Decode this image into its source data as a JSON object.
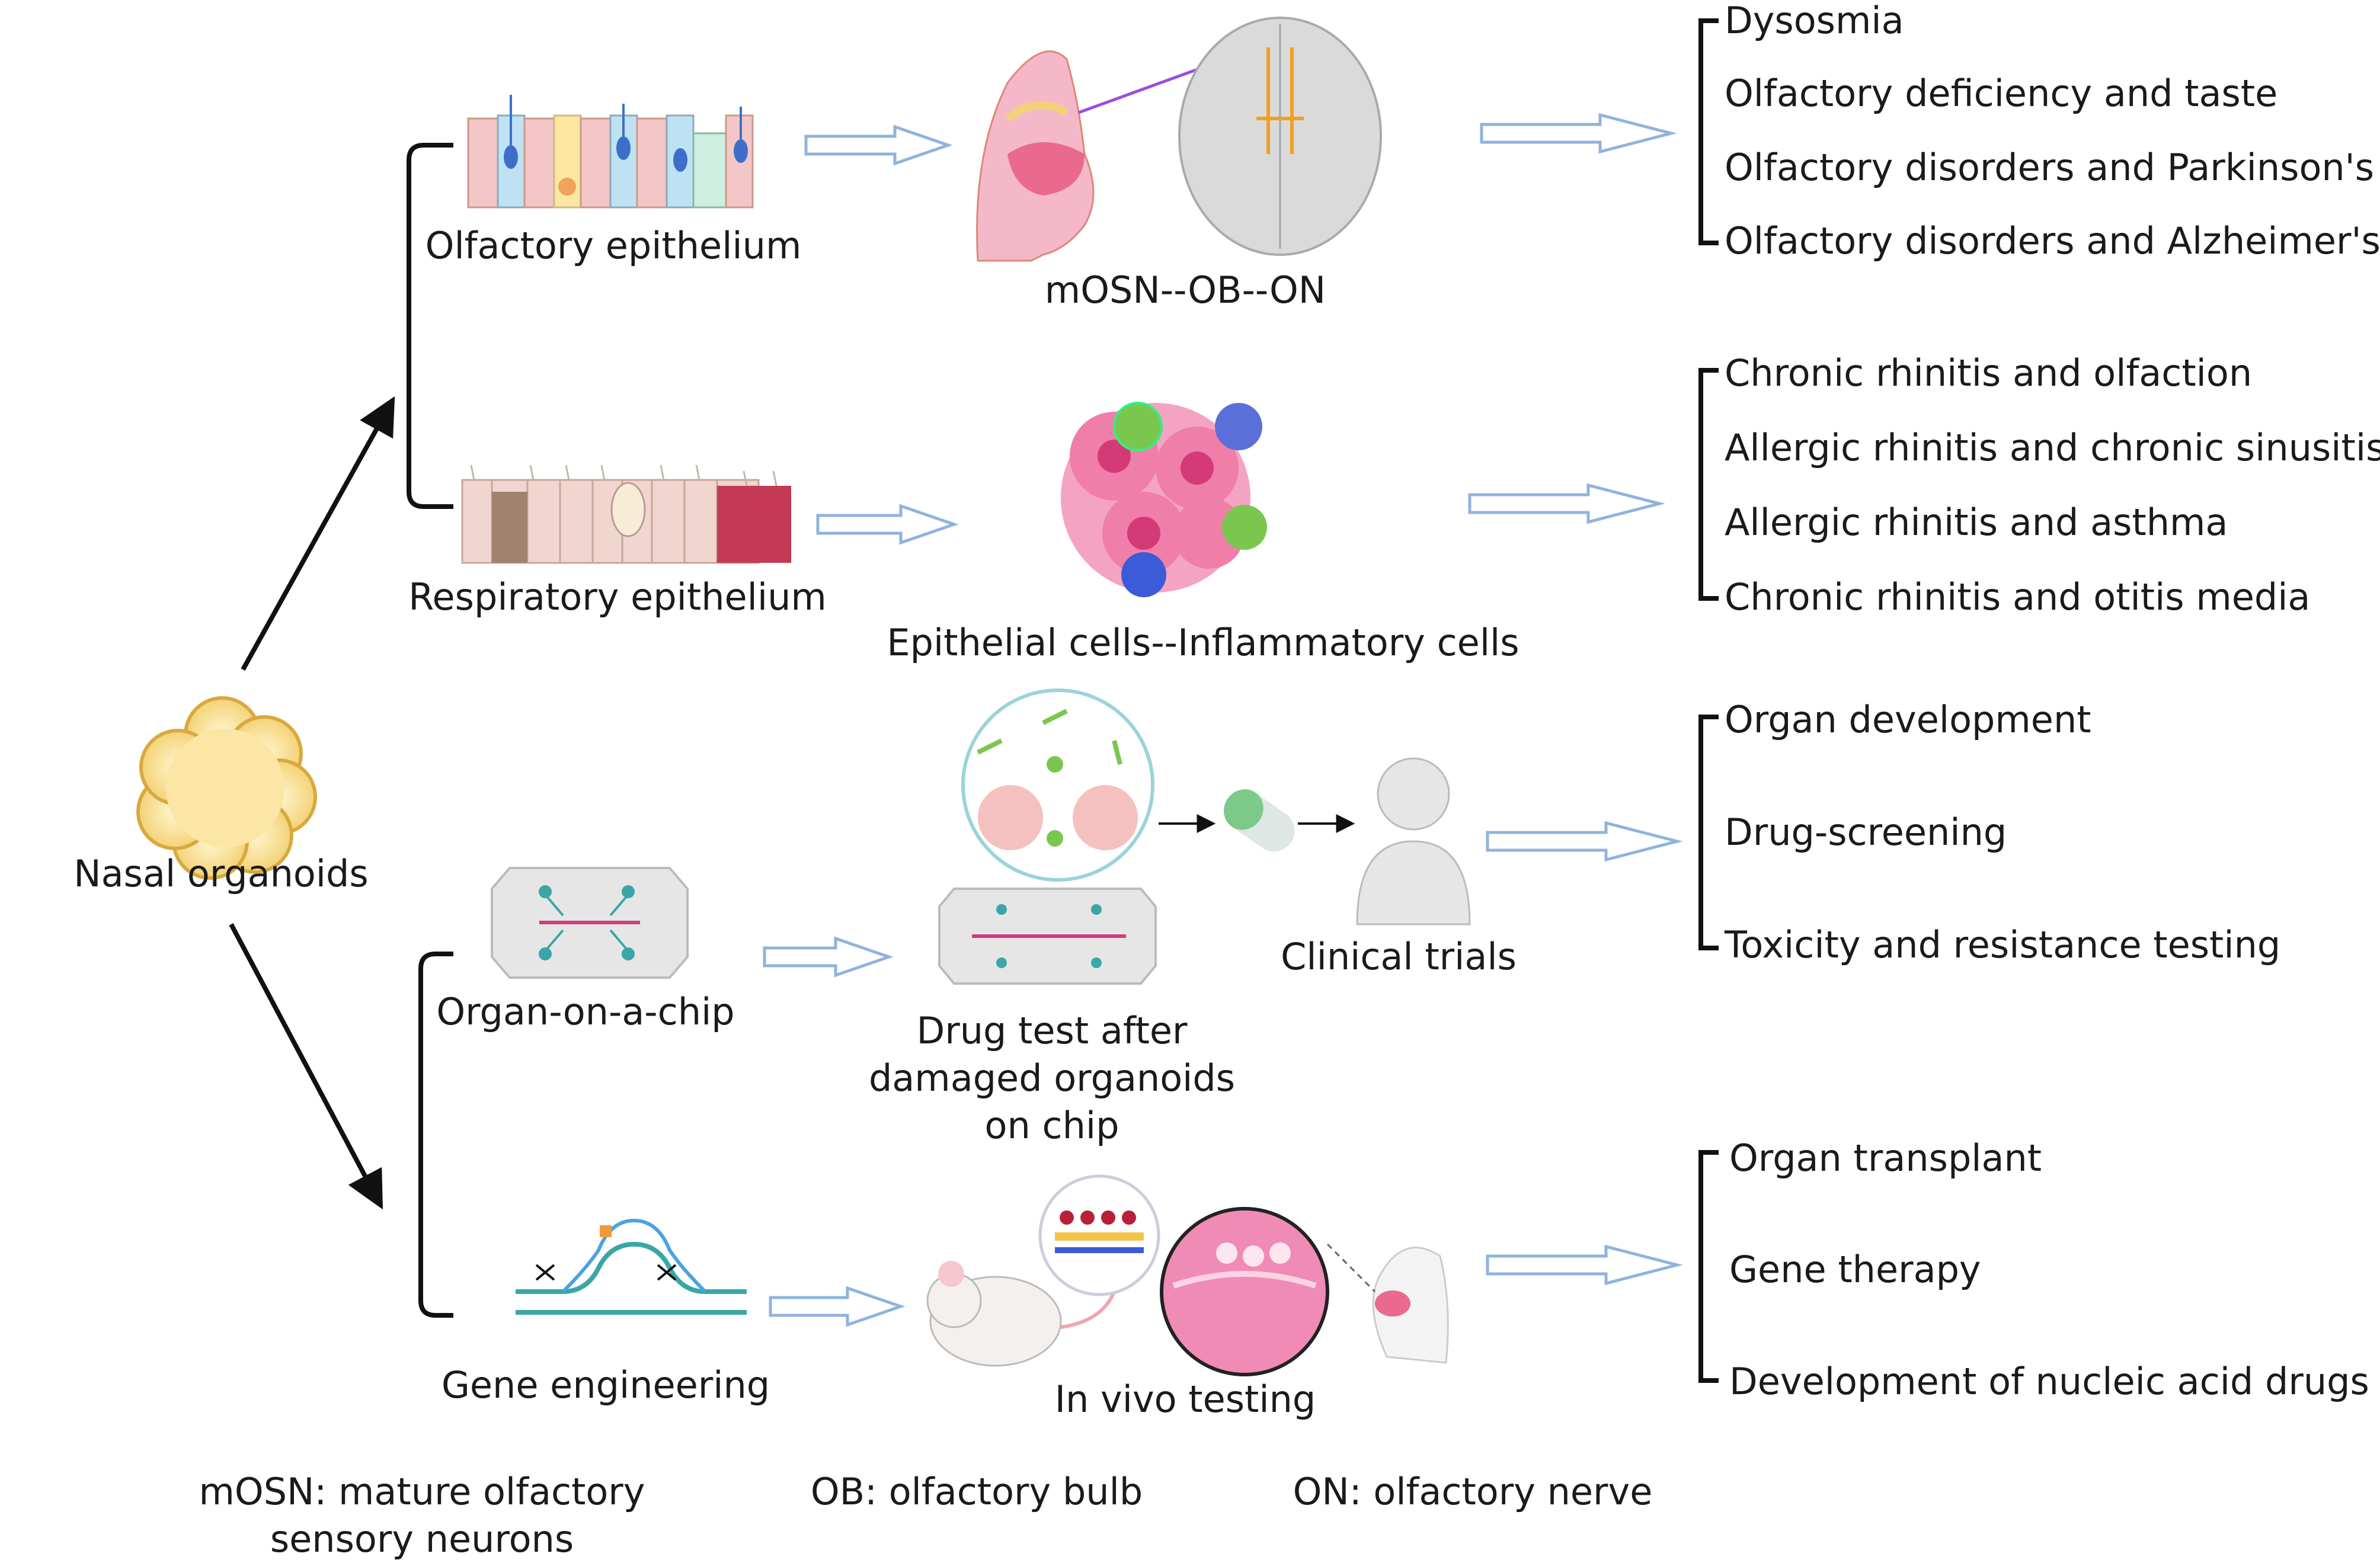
{
  "root": {
    "label": "Nasal organoids"
  },
  "branches": {
    "olfactory": {
      "label": "Olfactory epithelium",
      "pathway": "mOSN--OB--ON",
      "outcomes": [
        "Dysosmia",
        "Olfactory deficiency and taste",
        "Olfactory disorders and Parkinson's",
        "Olfactory disorders and Alzheimer's"
      ]
    },
    "respiratory": {
      "label": "Respiratory epithelium",
      "pathway": "Epithelial cells--Inflammatory cells",
      "outcomes": [
        "Chronic rhinitis and olfaction",
        "Allergic rhinitis and chronic sinusitis",
        "Allergic rhinitis and asthma",
        "Chronic rhinitis and otitis media"
      ]
    },
    "chip": {
      "label": "Organ-on-a-chip",
      "drug_test": [
        "Drug test after",
        "damaged organoids",
        "on chip"
      ],
      "clinical": "Clinical trials",
      "outcomes": [
        "Organ development",
        "Drug-screening",
        "Toxicity and resistance testing"
      ]
    },
    "gene": {
      "label": "Gene engineering",
      "testing": "In vivo testing",
      "outcomes": [
        "Organ transplant",
        "Gene therapy",
        "Development of nucleic acid drugs"
      ]
    }
  },
  "legend": {
    "mosn": [
      "mOSN: mature olfactory",
      "sensory neurons"
    ],
    "ob": "OB: olfactory bulb",
    "on": "ON: olfactory nerve"
  },
  "colors": {
    "hollow_arrow": "#8fb3de",
    "black": "#111111",
    "organoid": "#f2d27a",
    "organoid_edge": "#d9a93e",
    "pink": "#ef8fb6",
    "magenta": "#d33a7a",
    "teal": "#3aa6a6",
    "green": "#7ac74f",
    "blue": "#3c5bd6",
    "crimson": "#b8203a"
  },
  "icons": [
    "organoid-icon",
    "olfactory-epithelium-icon",
    "nasal-brain-icon",
    "respiratory-epithelium-icon",
    "inflammatory-cells-icon",
    "microchip-icon",
    "magnified-cells-icon",
    "capsule-icon",
    "patient-icon",
    "dna-edit-icon",
    "mouse-icon",
    "zoom-tissue-icon",
    "head-profile-icon"
  ]
}
